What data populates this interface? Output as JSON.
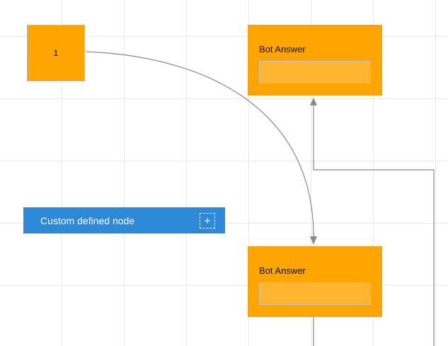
{
  "diagram": {
    "start_node": {
      "label": "1"
    },
    "bot_answer_top": {
      "title": "Bot Answer"
    },
    "bot_answer_bottom": {
      "title": "Bot Answer"
    },
    "custom_node": {
      "label": "Custom defined node",
      "plus_glyph": "+"
    }
  },
  "colors": {
    "node_orange": "#FFA502",
    "node_blue": "#2c8ad8",
    "connector_gray": "#8a8a8a",
    "grid_line": "#e9e9e9",
    "canvas_background": "#ffffff"
  }
}
